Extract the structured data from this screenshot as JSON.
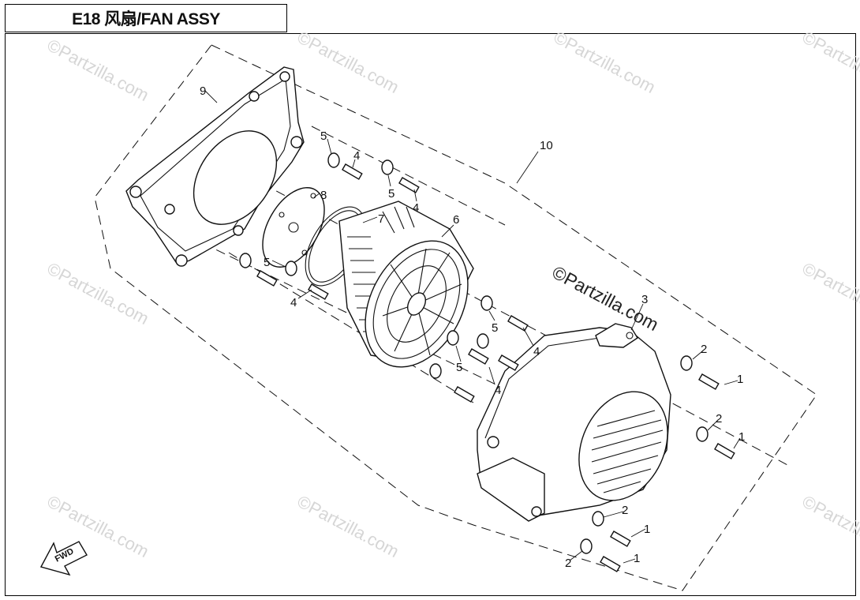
{
  "title": "E18 风扇/FAN ASSY",
  "watermark": "©Partzilla.com",
  "watermark_center": "©Partzilla.com",
  "fwd_label": "FWD",
  "callouts": [
    {
      "id": "c10",
      "label": "10"
    },
    {
      "id": "c9",
      "label": "9"
    },
    {
      "id": "c8",
      "label": "8"
    },
    {
      "id": "c7",
      "label": "7"
    },
    {
      "id": "c6",
      "label": "6"
    },
    {
      "id": "c5a",
      "label": "5"
    },
    {
      "id": "c5b",
      "label": "5"
    },
    {
      "id": "c5c",
      "label": "5"
    },
    {
      "id": "c5d",
      "label": "5"
    },
    {
      "id": "c5e",
      "label": "5"
    },
    {
      "id": "c4a",
      "label": "4"
    },
    {
      "id": "c4b",
      "label": "4"
    },
    {
      "id": "c4c",
      "label": "4"
    },
    {
      "id": "c4d",
      "label": "4"
    },
    {
      "id": "c4e",
      "label": "4"
    },
    {
      "id": "c3",
      "label": "3"
    },
    {
      "id": "c2a",
      "label": "2"
    },
    {
      "id": "c2b",
      "label": "2"
    },
    {
      "id": "c2c",
      "label": "2"
    },
    {
      "id": "c2d",
      "label": "2"
    },
    {
      "id": "c1a",
      "label": "1"
    },
    {
      "id": "c1b",
      "label": "1"
    },
    {
      "id": "c1c",
      "label": "1"
    },
    {
      "id": "c1d",
      "label": "1"
    }
  ]
}
